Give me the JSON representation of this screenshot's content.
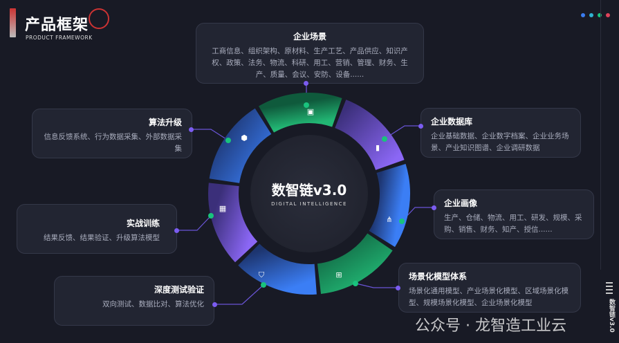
{
  "header": {
    "title": "产品框架",
    "subtitle": "PRODUCT FRAMEWORK"
  },
  "center": {
    "title": "数智链v3.0",
    "subtitle": "DIGITAL INTELLIGENCE"
  },
  "cards": {
    "scene": {
      "title": "企业场景",
      "body": "工商信息、组织架构、原材料、生产工艺、产品供应、知识产权、政策、法务、物流、科研、用工、营销、管理、财务、生产、质量、会议、安防、设备......"
    },
    "database": {
      "title": "企业数据库",
      "body": "企业基础数据、企业数字档案、企业业务场景、产业知识图谱、企业调研数据"
    },
    "portrait": {
      "title": "企业画像",
      "body": "生产、仓储、物流、用工、研发、规模、采购、销售、财务、知产、授信......"
    },
    "model": {
      "title": "场景化模型体系",
      "body": "场景化通用模型、产业场景化模型、区域场景化模型、规模场景化模型、企业场景化模型"
    },
    "test": {
      "title": "深度测试验证",
      "body": "双向测试、数据比对、算法优化"
    },
    "training": {
      "title": "实战训练",
      "body": "结果反馈、结果验证、升级算法模型"
    },
    "algorithm": {
      "title": "算法升级",
      "body": "信息反馈系统、行为数据采集、外部数据采集"
    }
  },
  "side_label": "数智链v3.0",
  "watermark": "公众号 · 龙智造工业云",
  "colors": {
    "green": "#1fa86a",
    "purple": "#7b5cf0",
    "blue": "#2f6ae0",
    "bg": "#181a25"
  }
}
